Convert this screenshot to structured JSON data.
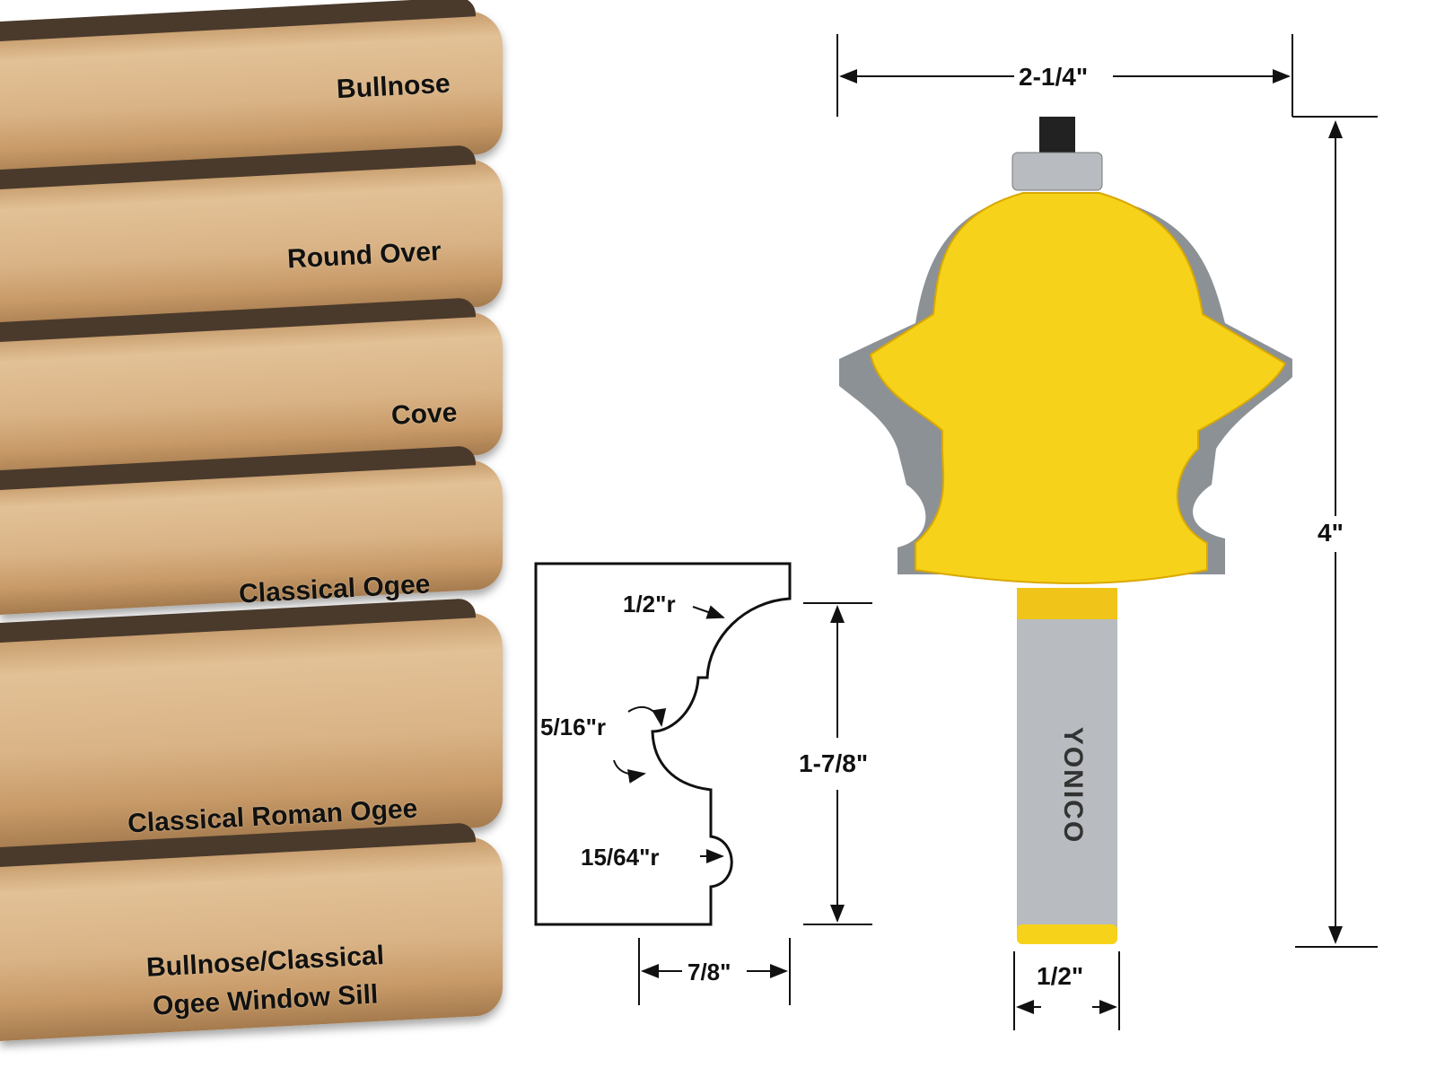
{
  "profiles": [
    {
      "label": "Bullnose"
    },
    {
      "label": "Round Over"
    },
    {
      "label": "Cove"
    },
    {
      "label": "Classical Ogee"
    },
    {
      "label": "Classical Roman Ogee"
    },
    {
      "label": "Bullnose/Classical",
      "label2": "Ogee Window Sill"
    }
  ],
  "dimensions": {
    "overall_width": "2-1/4\"",
    "overall_height": "4\"",
    "shank": "1/2\"",
    "profile_height": "1-7/8\"",
    "profile_depth": "7/8\"",
    "radius_top": "1/2\"r",
    "radius_mid": "5/16\"r",
    "radius_bottom": "15/64\"r"
  },
  "brand": "YONICO",
  "colors": {
    "bit_body": "#f7d21a",
    "carbide": "#8c9196",
    "shank": "#b8bcc0"
  }
}
